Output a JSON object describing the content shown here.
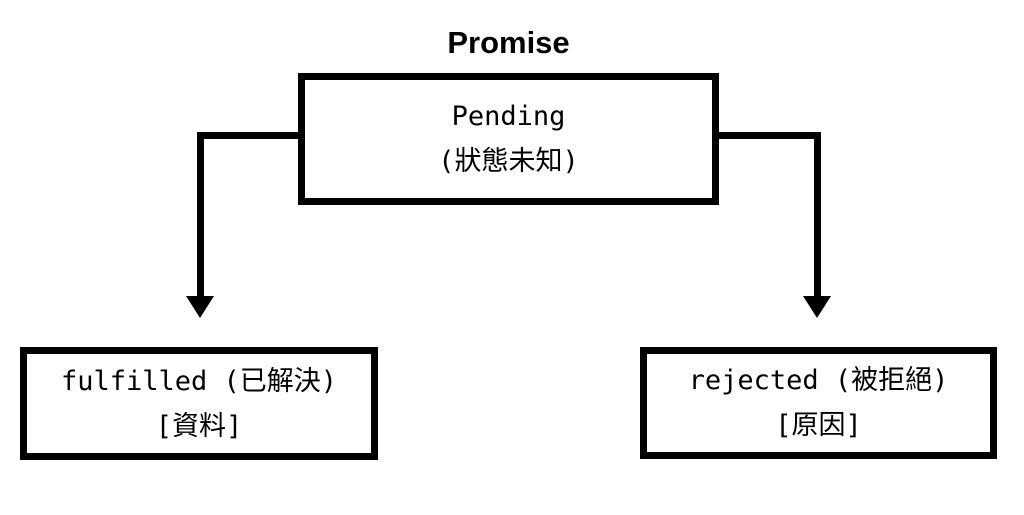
{
  "diagram": {
    "title": "Promise",
    "background_color": "#ffffff",
    "line_color": "#000000",
    "nodes": {
      "pending": {
        "state": "Pending",
        "note": "(狀態未知)"
      },
      "fulfilled": {
        "state": "fulfilled (已解決)",
        "note": "[資料]"
      },
      "rejected": {
        "state": "rejected (被拒絕)",
        "note": "[原因]"
      }
    },
    "connectors": {
      "left": "pending -> fulfilled (arrow down)",
      "right": "pending -> rejected (arrow down)"
    }
  }
}
